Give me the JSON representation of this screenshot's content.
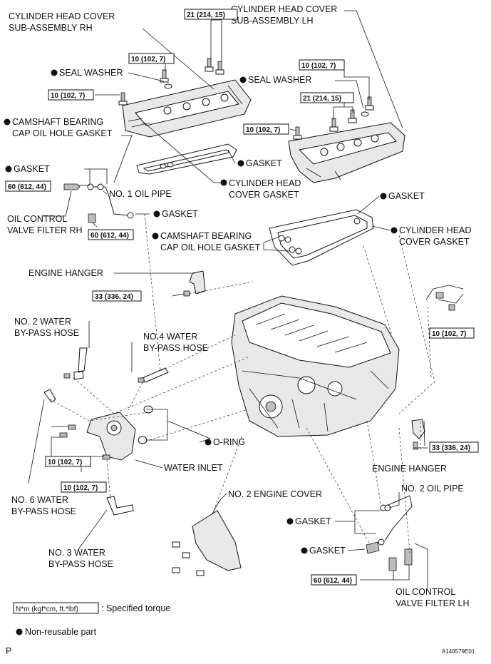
{
  "labels": {
    "cyl_head_cover_rh": [
      "CYLINDER HEAD COVER",
      "SUB-ASSEMBLY RH"
    ],
    "cyl_head_cover_lh": [
      "CYLINDER HEAD COVER",
      "SUB-ASSEMBLY LH"
    ],
    "seal_washer_rh": "SEAL WASHER",
    "seal_washer_lh": "SEAL WASHER",
    "cam_gasket_rh": [
      "CAMSHAFT BEARING",
      "CAP OIL HOLE GASKET"
    ],
    "cam_gasket_lh": [
      "CAMSHAFT BEARING",
      "CAP OIL HOLE GASKET"
    ],
    "gasket_rh_cover": "GASKET",
    "cyl_head_cover_gasket_rh": [
      "CYLINDER HEAD",
      "COVER GASKET"
    ],
    "cyl_head_cover_gasket_lh": [
      "CYLINDER HEAD",
      "COVER GASKET"
    ],
    "gasket_oil_pipe_top": "GASKET",
    "no1_oil_pipe": "NO. 1 OIL PIPE",
    "oil_control_valve_rh": [
      "OIL CONTROL",
      "VALVE FILTER RH"
    ],
    "gasket_oil_pipe_lower": "GASKET",
    "gasket_lh_top": "GASKET",
    "engine_hanger_rear": "ENGINE HANGER",
    "no2_water_bypass": [
      "NO. 2 WATER",
      "BY-PASS HOSE"
    ],
    "no4_water_bypass": [
      "NO.4 WATER",
      "BY-PASS HOSE"
    ],
    "o_ring": "O-RING",
    "water_inlet": "WATER INLET",
    "engine_hanger_front": "ENGINE HANGER",
    "no6_water_bypass": [
      "NO. 6 WATER",
      "BY-PASS HOSE"
    ],
    "no2_engine_cover": "NO. 2 ENGINE COVER",
    "no2_oil_pipe": "NO. 2 OIL PIPE",
    "gasket_no2_pipe_a": "GASKET",
    "gasket_no2_pipe_b": "GASKET",
    "no3_water_bypass": [
      "NO. 3 WATER",
      "BY-PASS HOSE"
    ],
    "oil_control_valve_lh": [
      "OIL CONTROL",
      "VALVE FILTER LH"
    ]
  },
  "torques": {
    "t_21_rh": "21 (214, 15)",
    "t_10_rh_washer": "10 (102, 7)",
    "t_10_rh_left": "10 (102, 7)",
    "t_10_lh_washer": "10 (102, 7)",
    "t_21_lh": "21 (214, 15)",
    "t_10_lh_left": "10 (102, 7)",
    "t_60_rh_a": "60 (612, 44)",
    "t_60_rh_b": "60 (612, 44)",
    "t_33_rear": "33 (336, 24)",
    "t_10_sensor": "10 (102, 7)",
    "t_10_inlet_a": "10 (102, 7)",
    "t_10_inlet_b": "10 (102, 7)",
    "t_33_front": "33 (336, 24)",
    "t_60_lh": "60 (612, 44)"
  },
  "legend": {
    "torque_box": "N*m (kgf*cm, ft.*lbf)",
    "torque_desc": ": Specified torque",
    "non_reusable": "Non-reusable part"
  },
  "footer": {
    "page_mark": "P",
    "figure_code": "A140579E01"
  }
}
